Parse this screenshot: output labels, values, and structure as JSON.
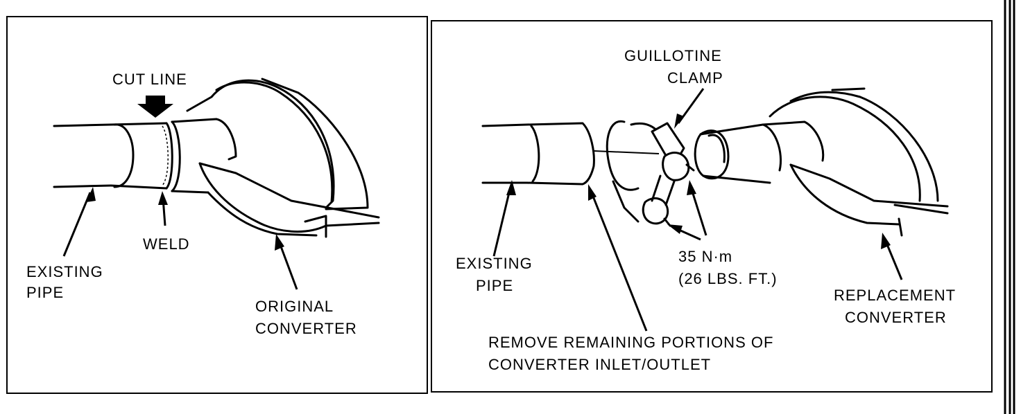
{
  "left_panel": {
    "cut_line": "CUT LINE",
    "weld": "WELD",
    "existing_pipe": [
      "EXISTING",
      "PIPE"
    ],
    "original_converter": [
      "ORIGINAL",
      "CONVERTER"
    ]
  },
  "right_panel": {
    "guillotine_clamp": [
      "GUILLOTINE",
      "CLAMP"
    ],
    "existing_pipe": [
      "EXISTING",
      "PIPE"
    ],
    "torque": [
      "35 N·m",
      "(26 LBS. FT.)"
    ],
    "replacement_converter": [
      "REPLACEMENT",
      "CONVERTER"
    ],
    "remove_note": [
      "REMOVE REMAINING PORTIONS OF",
      "CONVERTER INLET/OUTLET"
    ]
  }
}
